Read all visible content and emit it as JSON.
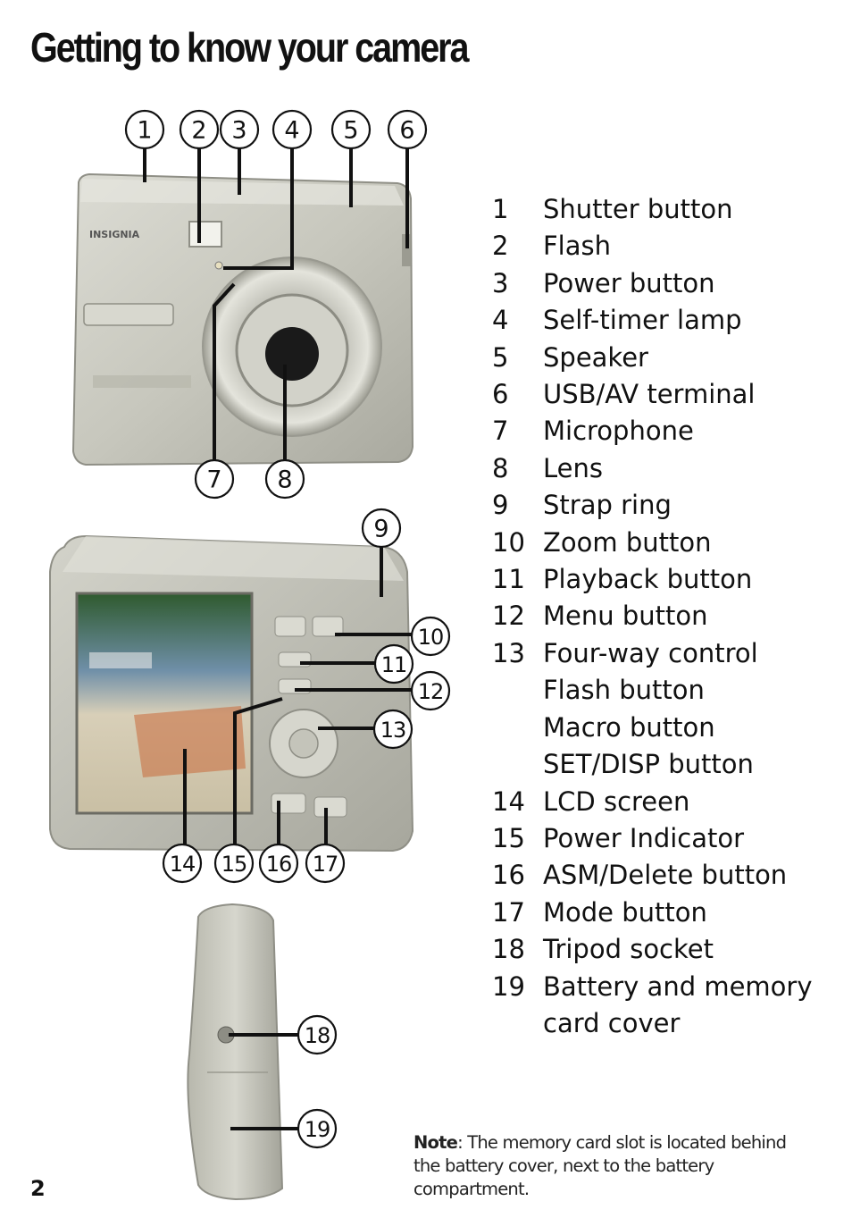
{
  "page": {
    "title": "Getting to know your camera",
    "page_number": "2"
  },
  "figure": {
    "brand_on_body": "INSIGNIA",
    "callouts": [
      "1",
      "2",
      "3",
      "4",
      "5",
      "6",
      "7",
      "8",
      "9",
      "10",
      "11",
      "12",
      "13",
      "14",
      "15",
      "16",
      "17",
      "18",
      "19"
    ]
  },
  "legend": [
    {
      "num": "1",
      "label": "Shutter button"
    },
    {
      "num": "2",
      "label": "Flash"
    },
    {
      "num": "3",
      "label": "Power button"
    },
    {
      "num": "4",
      "label": "Self-timer lamp"
    },
    {
      "num": "5",
      "label": "Speaker"
    },
    {
      "num": "6",
      "label": "USB/AV terminal"
    },
    {
      "num": "7",
      "label": "Microphone"
    },
    {
      "num": "8",
      "label": "Lens"
    },
    {
      "num": "9",
      "label": "Strap ring"
    },
    {
      "num": "10",
      "label": "Zoom button"
    },
    {
      "num": "11",
      "label": "Playback button"
    },
    {
      "num": "12",
      "label": "Menu button"
    },
    {
      "num": "13",
      "label": "Four-way control"
    },
    {
      "num": "",
      "label": "Flash button"
    },
    {
      "num": "",
      "label": "Macro button"
    },
    {
      "num": "",
      "label": "SET/DISP button"
    },
    {
      "num": "14",
      "label": "LCD screen"
    },
    {
      "num": "15",
      "label": "Power Indicator"
    },
    {
      "num": "16",
      "label": "ASM/Delete button"
    },
    {
      "num": "17",
      "label": "Mode button"
    },
    {
      "num": "18",
      "label": "Tripod socket"
    },
    {
      "num": "19",
      "label": "Battery and memory"
    },
    {
      "num": "",
      "label": "card cover"
    }
  ],
  "note": {
    "label": "Note",
    "text": ": The memory card slot is located behind the battery cover, next to the battery compartment."
  }
}
